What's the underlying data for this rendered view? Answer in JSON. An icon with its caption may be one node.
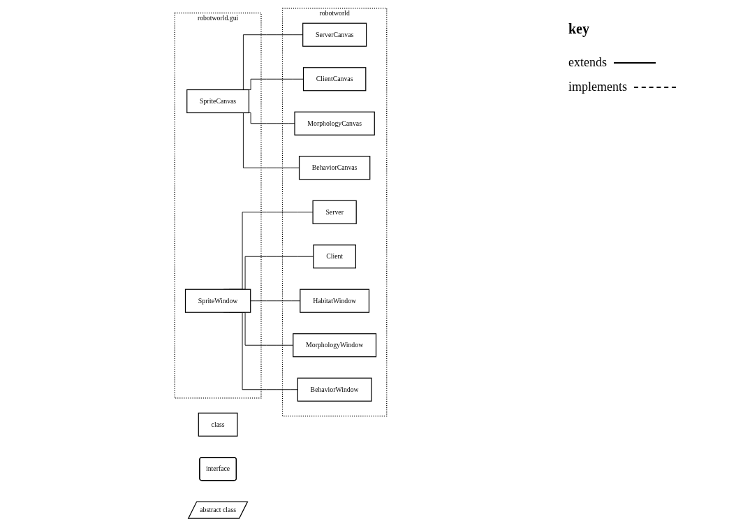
{
  "diagram": {
    "nodes": [
      {
        "text": [
          "robotworld.gui"
        ]
      },
      {
        "text": [
          "SpriteCanvas"
        ],
        "in": 0
      },
      {
        "text": [
          "SpriteWindow"
        ],
        "in": 0
      },
      {
        "text": [
          "robotworld"
        ]
      },
      {
        "text": [
          "ServerCanvas"
        ],
        "in": 3
      },
      {
        "text": [
          "ClientCanvas"
        ],
        "in": 3
      },
      {
        "text": [
          "MorphologyCanvas"
        ],
        "in": 3
      },
      {
        "text": [
          "BehaviorCanvas"
        ],
        "in": 3
      },
      {
        "text": [
          "Server"
        ],
        "in": 3
      },
      {
        "text": [
          "Client"
        ],
        "in": 3
      },
      {
        "text": [
          "HabitatWindow"
        ],
        "in": 3
      },
      {
        "text": [
          "MorphologyWindow"
        ],
        "in": 3
      },
      {
        "text": [
          "BehaviorWindow"
        ],
        "in": 3
      },
      {
        "text": [
          "class"
        ]
      },
      {
        "text": [
          "interface"
        ]
      },
      {
        "text": [
          "abstract class"
        ]
      }
    ],
    "edges": [
      {
        "from": 1,
        "to": 4,
        "arrow": "none"
      },
      {
        "from": 1,
        "to": 5,
        "arrow": "none"
      },
      {
        "from": 1,
        "to": 6,
        "arrow": "none"
      },
      {
        "from": 1,
        "to": 7,
        "arrow": "none"
      },
      {
        "from": 2,
        "to": 8,
        "arrow": "none"
      },
      {
        "from": 2,
        "to": 9,
        "arrow": "none"
      },
      {
        "from": 2,
        "to": 10,
        "arrow": "none"
      },
      {
        "from": 2,
        "to": 11,
        "arrow": "none"
      },
      {
        "from": 2,
        "to": 12,
        "arrow": "none"
      }
    ],
    "labels": [
      "key"
    ],
    "legend": [
      {
        "text": "extends"
      },
      {
        "text": "implements"
      }
    ]
  }
}
